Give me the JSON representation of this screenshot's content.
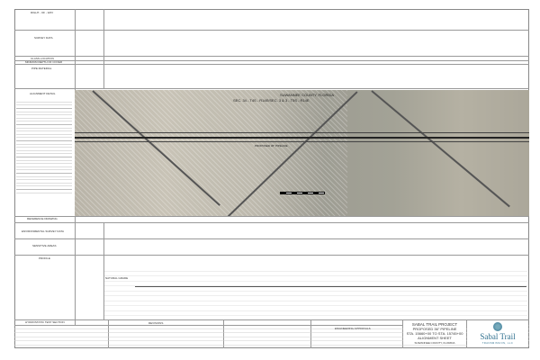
{
  "rows": {
    "right_of_way": "RIGHT - OF - WAY",
    "survey_data": "SURVEY DATA",
    "class_location": "CLASS LOCATION",
    "min_depth": "MINIMUM DEPTH OF COVER",
    "pipe_material": "PIPE MATERIAL",
    "alignment_detail": "ALIGNMENT DETAIL",
    "reference_drawing": "REFERENCE DRAWING",
    "environmental": "ENVIRONMENTAL SURVEY DATA",
    "sensitive_areas": "SENSITIVE AREAS",
    "profile": "PROFILE",
    "hydrostatic": "HYDROSTATIC TEST SECTION"
  },
  "map": {
    "county": "SUWANNEE COUNTY, FLORIDA",
    "section": "SEC. 34 - T4S - R14E/SEC. 3 & 3 - T5S - R14E",
    "pipeline_label": "PROPOSED 36\" PIPELINE",
    "natural_grade": "NATURAL GRADE"
  },
  "title_block": {
    "approvals": "ENGINEERING APPROVALS",
    "revisions": "REVISIONS",
    "project": "SABAL TRAIL PROJECT",
    "line2": "PROPOSED 36\" PIPELINE",
    "line3": "STA. 15660+00 TO STA. 15745+00",
    "line4": "ALIGNMENT SHEET",
    "county": "SUWANNEE COUNTY, FLORIDA",
    "logo": "Sabal Trail",
    "logo_sub": "TRANSMISSION, LLC"
  },
  "colors": {
    "logo": "#2e6f8e",
    "aerial": "#b9b4a8"
  }
}
